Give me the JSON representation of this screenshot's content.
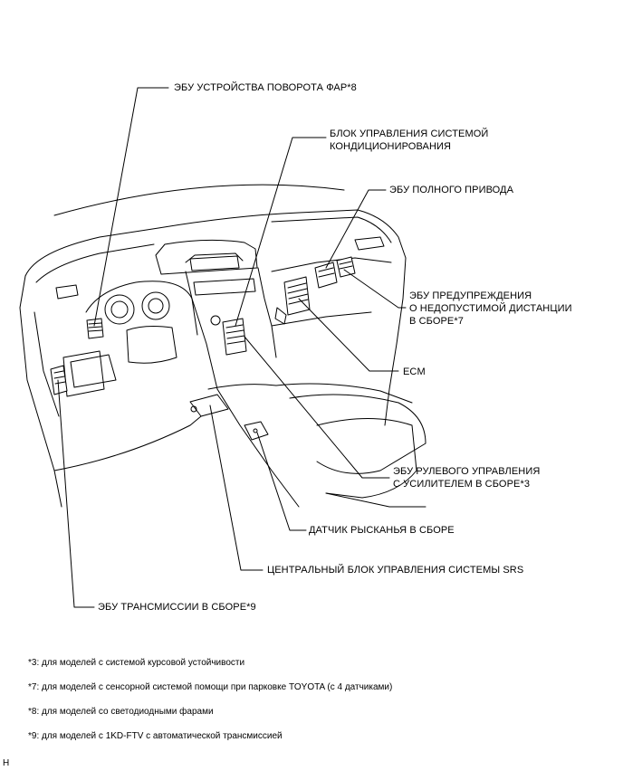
{
  "labels": {
    "headlamp_swivel_ecu": "ЭБУ УСТРОЙСТВА ПОВОРОТА ФАР*8",
    "ac_control_unit": [
      "БЛОК УПРАВЛЕНИЯ СИСТЕМОЙ",
      "КОНДИЦИОНИРОВАНИЯ"
    ],
    "four_wd_ecu": "ЭБУ ПОЛНОГО ПРИВОДА",
    "clearance_warning_ecu": [
      "ЭБУ ПРЕДУПРЕЖДЕНИЯ",
      "О НЕДОПУСТИМОЙ ДИСТАНЦИИ",
      "В СБОРЕ*7"
    ],
    "ecm": "ECM",
    "power_steering_ecu": [
      "ЭБУ РУЛЕВОГО УПРАВЛЕНИЯ",
      "С УСИЛИТЕЛЕМ В СБОРЕ*3"
    ],
    "yaw_rate_sensor": "ДАТЧИК РЫСКАНЬЯ В СБОРЕ",
    "srs_center_unit": "ЦЕНТРАЛЬНЫЙ БЛОК УПРАВЛЕНИЯ СИСТЕМЫ SRS",
    "transmission_ecu": "ЭБУ ТРАНСМИССИИ В СБОРЕ*9"
  },
  "footnotes": [
    "*3: для моделей с системой курсовой устойчивости",
    "*7: для моделей с сенсорной системой помощи при парковке TOYOTA (с 4 датчиками)",
    "*8: для моделей со светодиодными фарами",
    "*9: для моделей с 1KD-FTV с автоматической трансмиссией"
  ],
  "figure_code": "H"
}
